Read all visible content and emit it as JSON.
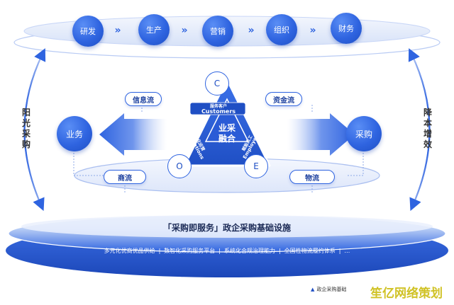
{
  "top_chain": [
    "研发",
    "生产",
    "营销",
    "组织",
    "财务"
  ],
  "top_arrow_glyph": "»",
  "left_vertical": "阳光采购",
  "right_vertical": "降本增效",
  "left_node": "业务",
  "right_node": "采购",
  "flows": {
    "info": "信息流",
    "goods": "商流",
    "capital": "资金流",
    "logistics": "物流"
  },
  "triangle": {
    "corner_top": "C",
    "corner_left": "O",
    "corner_right": "E",
    "center_line1": "业采",
    "center_line2": "融合",
    "side_top_small": "服务客户",
    "side_top_big": "Customers",
    "side_left_small": "优化运营",
    "side_left_big": "Operations",
    "side_right_small": "赋能员工",
    "side_right_big": "Employees"
  },
  "base": {
    "title": "「采购即服务」政企采购基础设施",
    "items": [
      "多元化优商优品供给",
      "数智化采购服务平台",
      "系统化合规治理能力",
      "全国性物流履约体系"
    ],
    "separator": "|",
    "ellipsis": "…"
  },
  "footnote": "政企采购基础",
  "footnote_icon": "▲",
  "watermark": "笙亿网络策划",
  "colors": {
    "primary": "#2f64e0",
    "dark": "#1b3f9e",
    "light": "#e8eefc"
  }
}
